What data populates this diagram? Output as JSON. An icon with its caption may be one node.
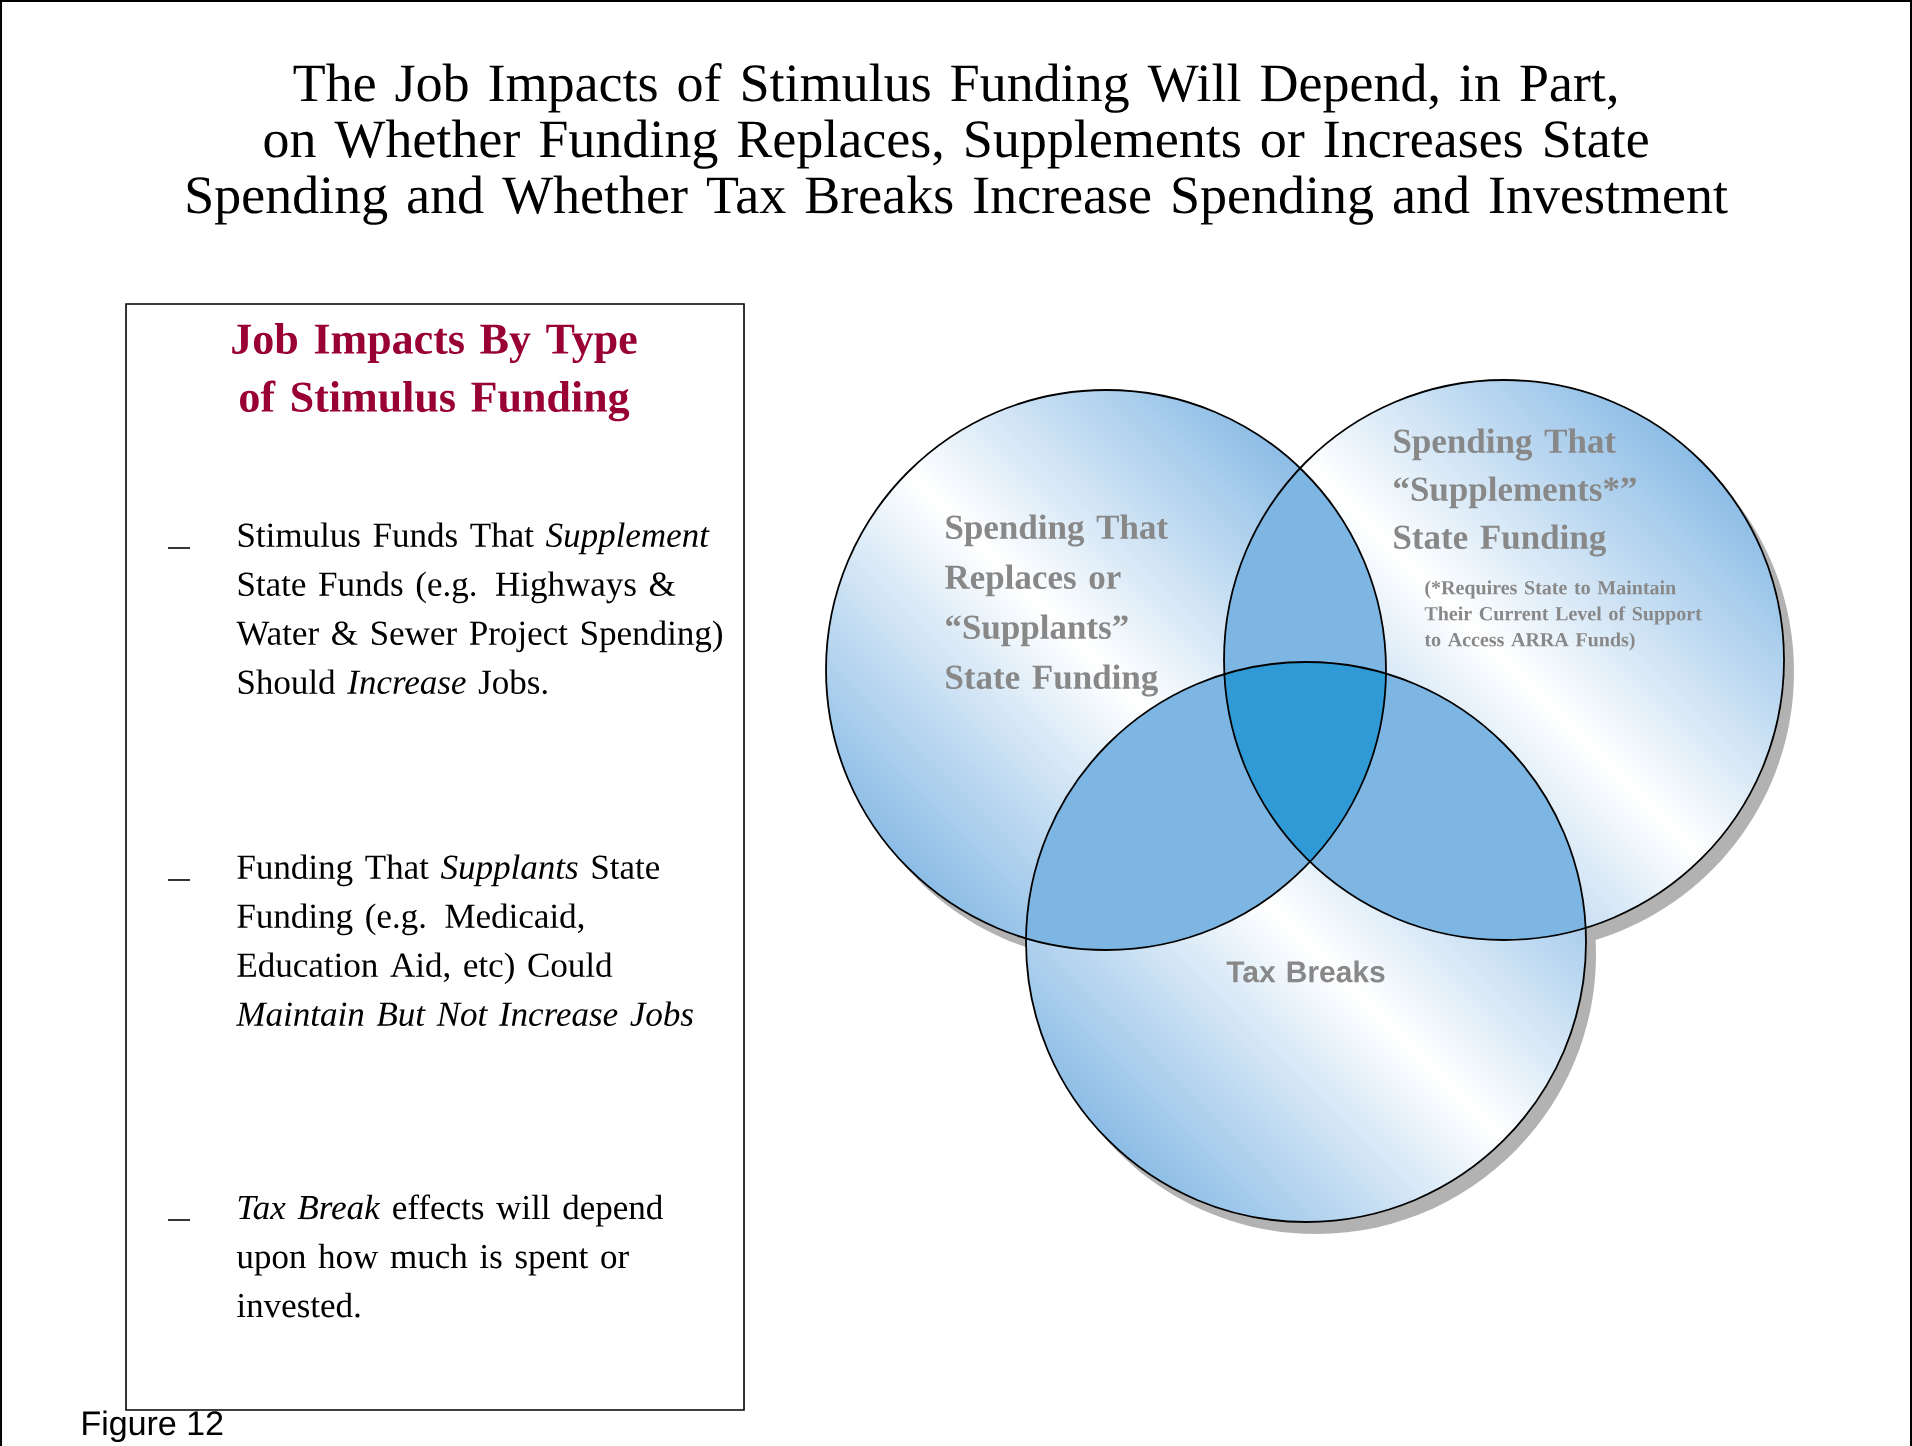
{
  "diagram": {
    "title": "The Job Impacts of Stimulus Funding Will Depend, in Part, on Whether Funding Replaces, Supplements or Increases State Spending and Whether Tax Breaks Increase Spending and Investment",
    "caption": "Figure 12",
    "nodes": [
      {
        "text": [
          "Job Impacts By Type of Stimulus Funding",
          "Stimulus Funds That *Supplement* State Funds (e.g. Highways & Water & Sewer Project Spending) Should *Increase* Jobs.",
          "Funding That *Supplants* State Funding (e.g. Medicaid, Education Aid, etc) Could *Maintain But Not Increase Jobs*",
          "*Tax Break* effects will depend upon how much is spent or invested."
        ]
      },
      {
        "text": [
          "Spending That Replaces or “Supplants” State Funding"
        ]
      },
      {
        "text": [
          "Spending That “Supplements*” State Funding",
          "(*Requires State to Maintain Their Current Level of Support to Access ARRA Funds)"
        ]
      },
      {
        "text": [
          "Tax Breaks"
        ]
      }
    ]
  }
}
